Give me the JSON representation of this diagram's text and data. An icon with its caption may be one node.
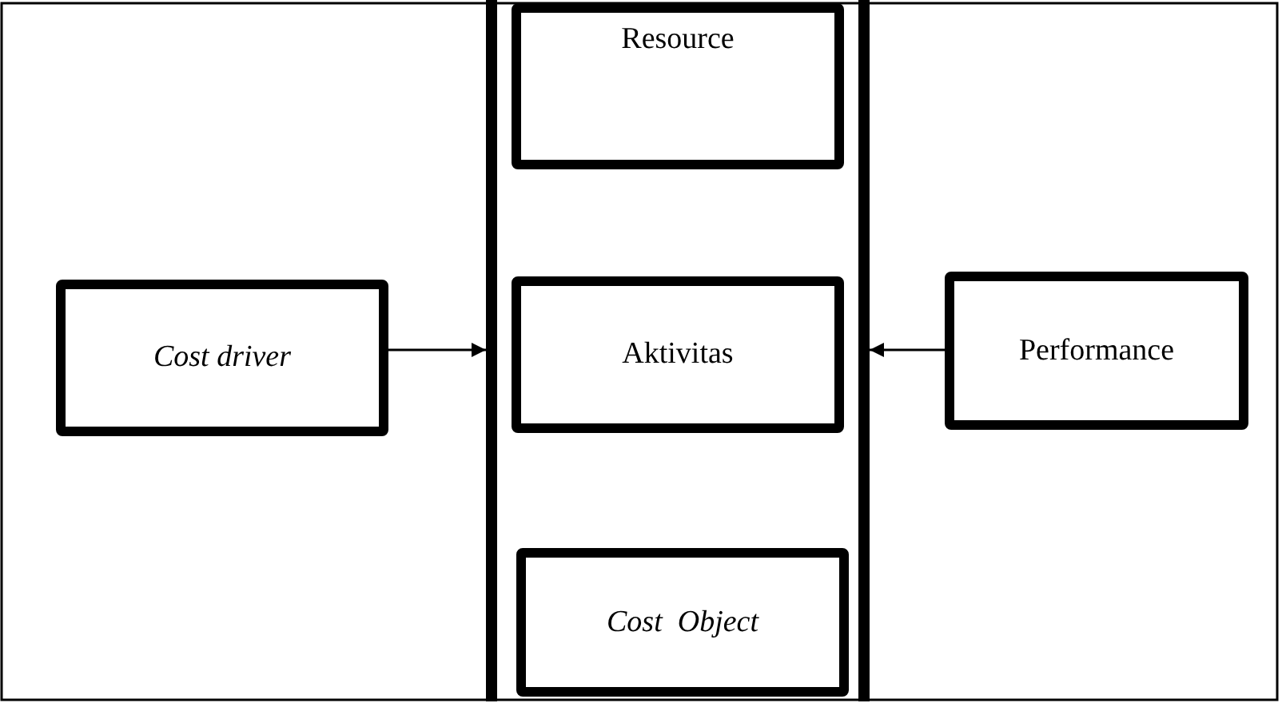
{
  "diagram": {
    "nodes": [
      {
        "text": [
          "Cost driver"
        ]
      },
      {
        "text": [],
        "shape": "bar"
      },
      {
        "text": [
          "Resource"
        ]
      },
      {
        "text": [
          "Aktivitas"
        ]
      },
      {
        "text": [
          "Cost  Object"
        ]
      },
      {
        "text": [],
        "shape": "bar"
      },
      {
        "text": [
          "Performance"
        ]
      }
    ],
    "edges": [
      {
        "from": 0,
        "to": 1,
        "arrow": "to"
      },
      {
        "from": 6,
        "to": 5,
        "arrow": "to"
      }
    ]
  }
}
